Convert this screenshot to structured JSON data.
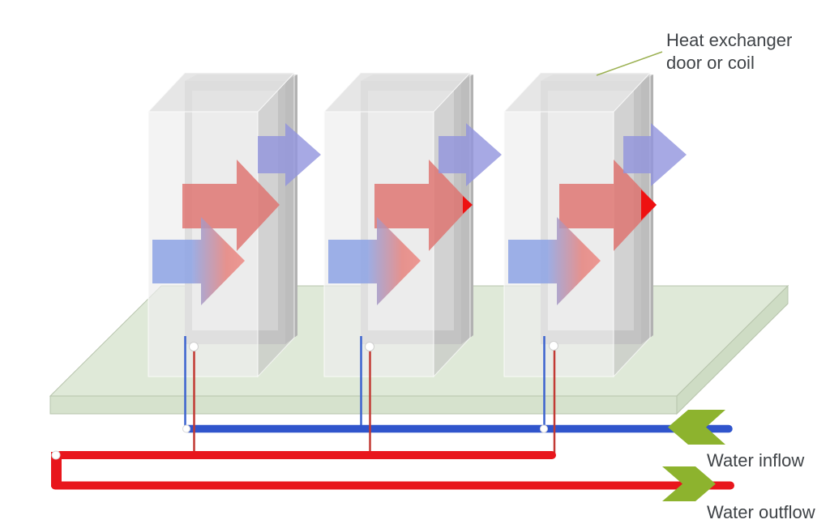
{
  "annotation": {
    "heat_exchanger_label_line1": "Heat exchanger",
    "heat_exchanger_label_line2": "door or coil"
  },
  "pipes": {
    "inflow_label": "Water inflow",
    "outflow_label": "Water outflow"
  },
  "colors": {
    "hot_air": "#df6f6b",
    "hot_air_exit_tip": "#ee1111",
    "cool_air": "#8da3e5",
    "exhaust_air": "#9193dd",
    "inflow_pipe": "#3055cc",
    "outflow_pipe": "#e8161c",
    "flow_chevron": "#8db32e",
    "platform": "#dfe9d8",
    "label_text": "#3f4347"
  }
}
